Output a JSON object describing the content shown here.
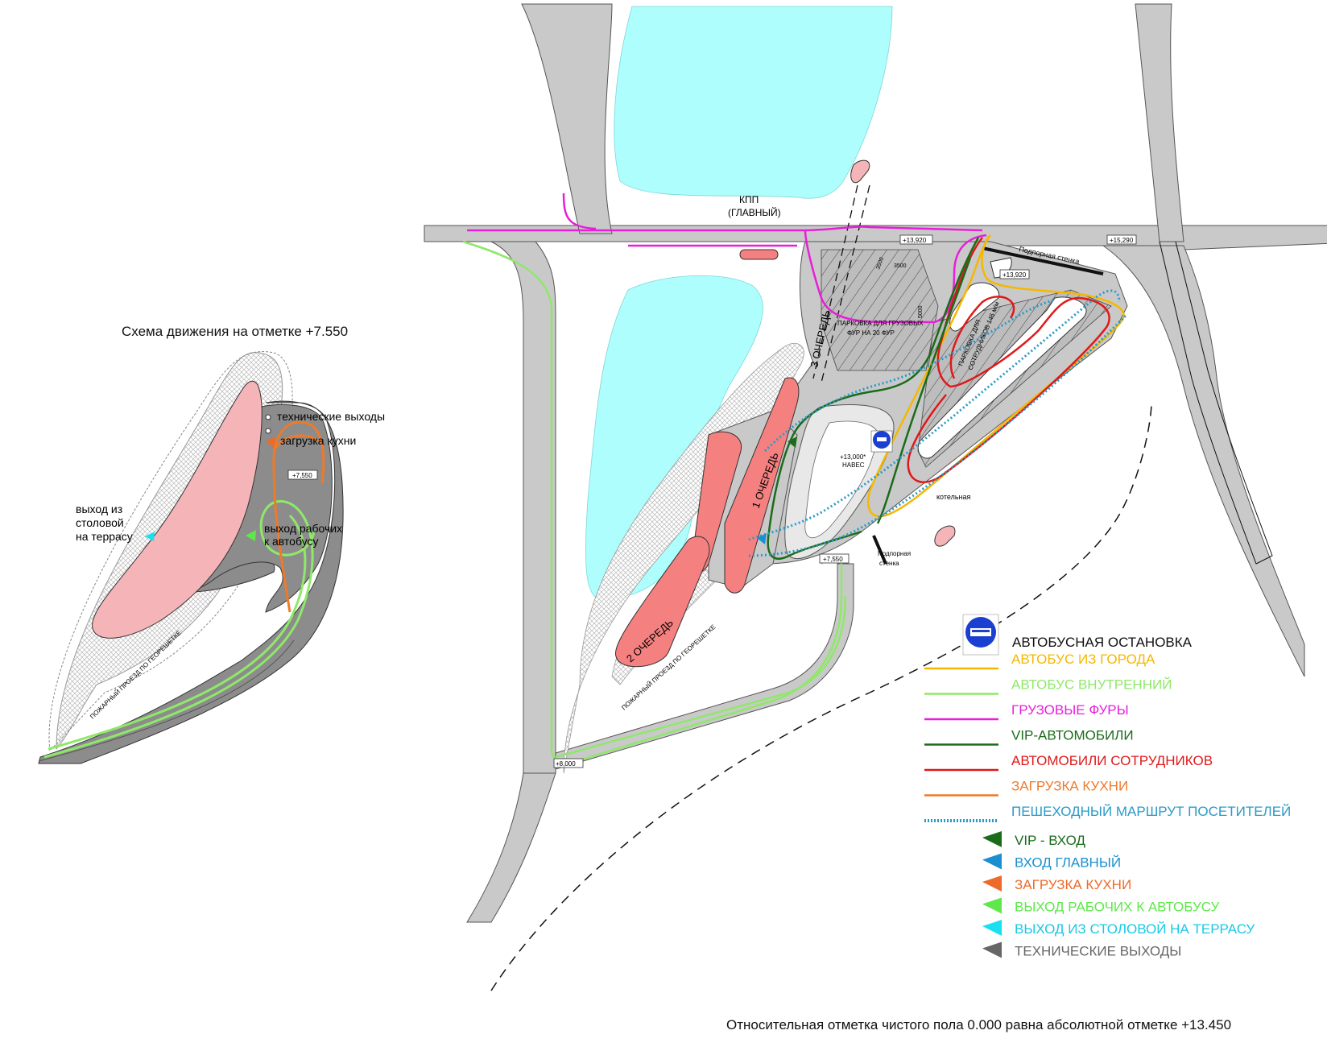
{
  "inset": {
    "title": "Схема движения на отметке +7.550",
    "labels": {
      "tech_exits": "технические выходы",
      "kitchen_load": "загрузка кухни",
      "level": "+7,550",
      "exit_line1": "выход из",
      "exit_line2": "столовой",
      "exit_line3": "на террасу",
      "workers_line1": "выход рабочих",
      "workers_line2": "к автобусу",
      "fire_road": "ПОЖАРНЫЙ ПРОЕЗД ПО ГЕОРЕШЕТКЕ"
    }
  },
  "site": {
    "kpp_line1": "КПП",
    "kpp_line2": "(ГЛАВНЫЙ)",
    "queue1": "1 ОЧЕРЕДЬ",
    "queue2": "2 ОЧЕРЕДЬ",
    "queue3": "3 ОЧЕРЕДЬ",
    "truck_parking_line1": "ПАРКОВКА ДЛЯ ГРУЗОВЫХ",
    "truck_parking_line2": "ФУР НА 20 ФУР",
    "staff_parking_line1": "ПАРКОВКА ДЛЯ",
    "staff_parking_line2": "СОТРУДНИКОВ 146 м/м",
    "retaining_wall_top": "Подпорная стенка",
    "retaining_wall_bottom_1": "Подпорная",
    "retaining_wall_bottom_2": "стенка",
    "boiler": "котельная",
    "canopy_level": "+13,000*",
    "canopy": "НАВЕС",
    "elev_13920a": "+13,920",
    "elev_13920b": "+13,920",
    "elev_15290": "+15,290",
    "elev_7550": "+7,550",
    "elev_8000": "+8,000",
    "dim_3500": "3500",
    "dim_5000": "5000",
    "dim_3500b": "3500",
    "fire_road": "ПОЖАРНЫЙ ПРОЕЗД ПО ГЕОРЕШЕТКЕ"
  },
  "legend": {
    "bus_stop": "АВТОБУСНАЯ ОСТАНОВКА",
    "lines": [
      {
        "label": "АВТОБУС ИЗ ГОРОДА",
        "color": "#f5b800",
        "style": "solid"
      },
      {
        "label": "АВТОБУС ВНУТРЕННИЙ",
        "color": "#8fe86a",
        "style": "solid"
      },
      {
        "label": "ГРУЗОВЫЕ ФУРЫ",
        "color": "#e81fd8",
        "style": "solid"
      },
      {
        "label": "VIP-АВТОМОБИЛИ",
        "color": "#1a6b1a",
        "style": "solid"
      },
      {
        "label": "АВТОМОБИЛИ СОТРУДНИКОВ",
        "color": "#e01818",
        "style": "solid"
      },
      {
        "label": "ЗАГРУЗКА КУХНИ",
        "color": "#ee7a2a",
        "style": "solid"
      },
      {
        "label": "ПЕШЕХОДНЫЙ МАРШРУТ ПОСЕТИТЕЛЕЙ",
        "color": "#2a9ac8",
        "style": "dotted"
      }
    ],
    "arrows": [
      {
        "label": "VIP - ВХОД",
        "color": "#1a6b1a",
        "text_color": "#1a6b1a"
      },
      {
        "label": "ВХОД ГЛАВНЫЙ",
        "color": "#1b8fd0",
        "text_color": "#1b8fd0"
      },
      {
        "label": "ЗАГРУЗКА КУХНИ",
        "color": "#ee6a2a",
        "text_color": "#ee6a2a"
      },
      {
        "label": "ВЫХОД РАБОЧИХ К АВТОБУСУ",
        "color": "#5ee84a",
        "text_color": "#5ee84a"
      },
      {
        "label": "ВЫХОД ИЗ СТОЛОВОЙ НА ТЕРРАСУ",
        "color": "#18e0f0",
        "text_color": "#18c8e8"
      },
      {
        "label": "ТЕХНИЧЕСКИЕ ВЫХОДЫ",
        "color": "#666666",
        "text_color": "#666666"
      }
    ]
  },
  "footer": "Относительная отметка чистого пола 0.000 равна абсолютной отметке +13.450"
}
